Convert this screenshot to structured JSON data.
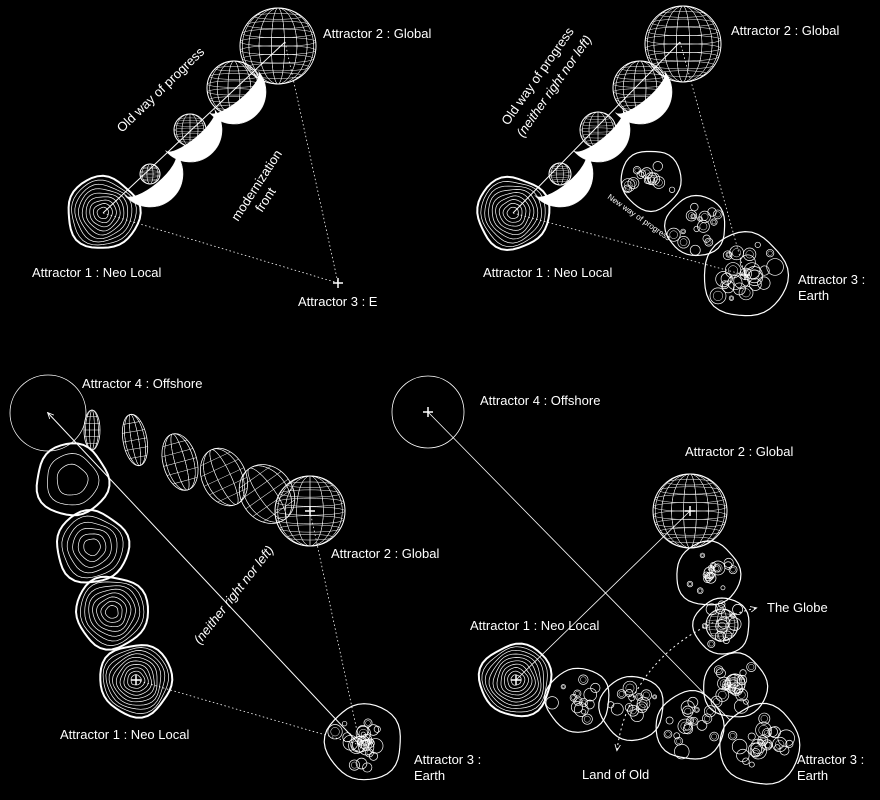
{
  "colors": {
    "background": "#000000",
    "stroke": "#ffffff"
  },
  "panel1": {
    "attractor1": "Attractor 1 : Neo Local",
    "attractor2": "Attractor 2 : Global",
    "attractor3": "Attractor 3 : E",
    "progress": "Old way of progress",
    "front_line1": "modernization",
    "front_line2": "front"
  },
  "panel2": {
    "attractor1": "Attractor 1 : Neo Local",
    "attractor2": "Attractor 2 : Global",
    "attractor3_line1": "Attractor 3 :",
    "attractor3_line2": "Earth",
    "progress": "Old way of progress",
    "progress_sub": "(neither right nor left)",
    "new_way": "New way of progress"
  },
  "panel3": {
    "attractor4": "Attractor 4 : Offshore",
    "attractor2": "Attractor 2 : Global",
    "attractor1": "Attractor 1 : Neo Local",
    "attractor3_line1": "Attractor 3 :",
    "attractor3_line2": "Earth",
    "diag": "(neither right nor left)"
  },
  "panel4": {
    "attractor4": "Attractor 4 : Offshore",
    "attractor2": "Attractor 2 : Global",
    "attractor1": "Attractor 1 : Neo Local",
    "globe": "The Globe",
    "land": "Land of Old",
    "attractor3_line1": "Attractor 3 :",
    "attractor3_line2": "Earth"
  }
}
